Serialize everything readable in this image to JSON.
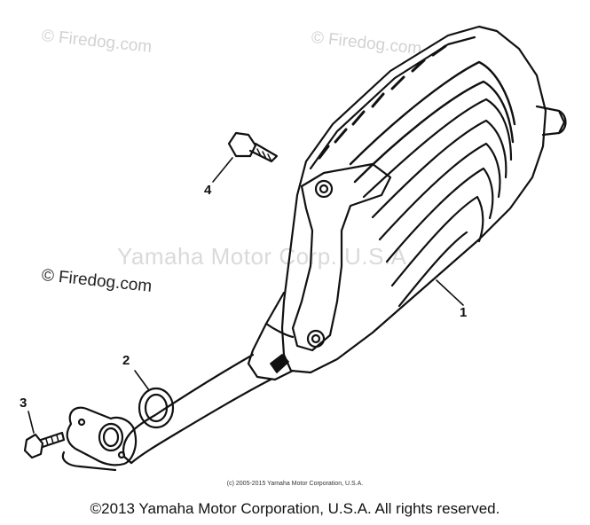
{
  "watermarks": {
    "top_left": "© Firedog.com",
    "top_right": "© Firedog.com",
    "center": "Yamaha Motor Corp. U.S.A.",
    "mid_left": "© Firedog.com"
  },
  "callouts": {
    "part1": "1",
    "part2": "2",
    "part3": "3",
    "part4": "4"
  },
  "copyright_small": "(c) 2005-2015 Yamaha Motor Corporation, U.S.A.",
  "copyright_footer": "©2013 Yamaha Motor Corporation, U.S.A. All rights reserved."
}
